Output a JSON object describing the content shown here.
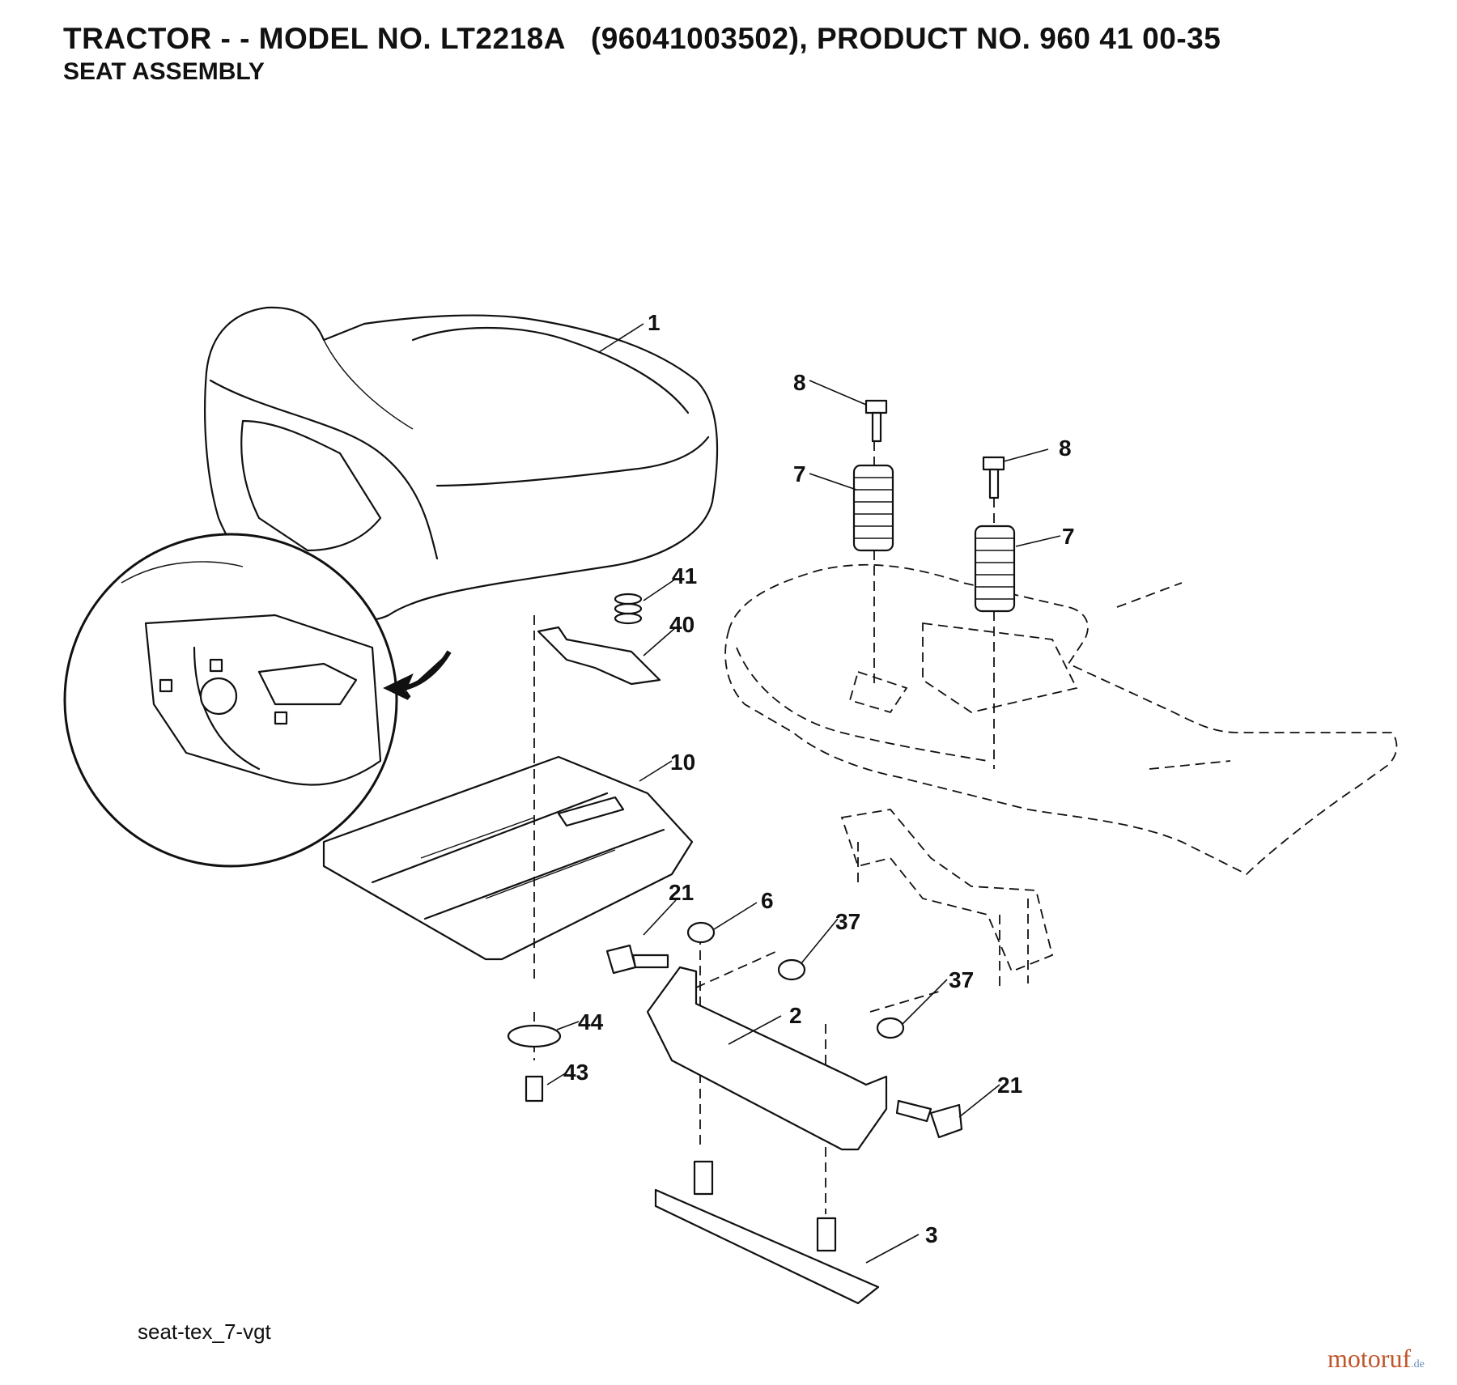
{
  "header": {
    "title": "TRACTOR - - MODEL NO. LT2218A   (96041003502), PRODUCT NO. 960 41 00-35",
    "subtitle": "SEAT ASSEMBLY"
  },
  "callouts": [
    "1",
    "8",
    "8",
    "7",
    "7",
    "41",
    "40",
    "10",
    "21",
    "6",
    "37",
    "37",
    "44",
    "2",
    "43",
    "21",
    "3"
  ],
  "figure_id": "seat-tex_7-vgt",
  "watermark": {
    "main": "motoruf",
    "suffix": ".de"
  }
}
